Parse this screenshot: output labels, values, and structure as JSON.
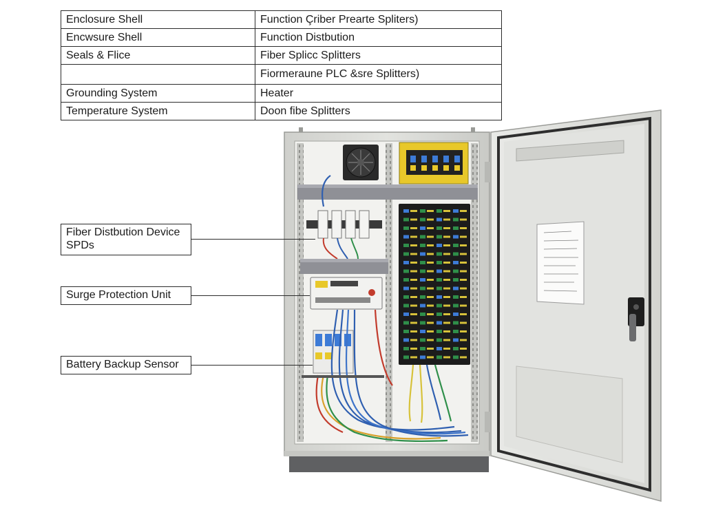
{
  "table": {
    "rows": [
      {
        "component": "Enclosure Shell",
        "function": "Function Çriber Prearte Spliters)"
      },
      {
        "component": "Encwsure Shell",
        "function": "Function Distbution"
      },
      {
        "component": "Seals & Flice",
        "function": "Fiber Splicc Splitters"
      },
      {
        "component": "",
        "function": "Fiormeraune PLC &sre Splitters)"
      },
      {
        "component": "Grounding System",
        "function": "Heater"
      },
      {
        "component": "Temperature System",
        "function": "Doon fibe Splitters"
      }
    ]
  },
  "callouts": {
    "fiber_distribution": {
      "line1": "Fiber Distbution Device",
      "line2": "SPDs"
    },
    "surge_protection": "Surge Protection Unit",
    "battery_backup": "Battery Backup Sensor"
  },
  "colors": {
    "cabinet_body": "#d9dad6",
    "door_panel": "#e4e5e2",
    "gasket": "#2e2e2e",
    "splitter_yellow": "#e8c82a",
    "odf_black": "#1c1c1c",
    "fiber_yellow": "#d7c23a",
    "cable_blue": "#2f5fb0"
  },
  "icons": [
    "fan-icon",
    "door-handle-icon",
    "wiring-diagram-sheet"
  ]
}
